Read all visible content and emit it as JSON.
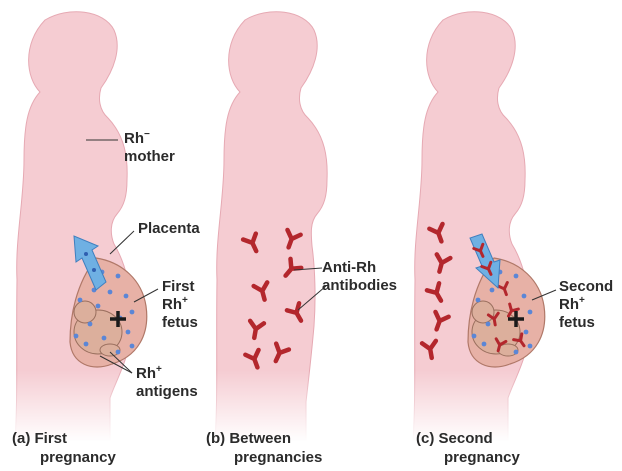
{
  "colors": {
    "skin": "#f5ccd2",
    "skin_edge": "#e6a9b3",
    "fade": "#ffffff",
    "placenta": "#e7b1a6",
    "uterus_edge": "#b07868",
    "fetus": "#dcaf9c",
    "antigen": "#5b86d6",
    "antibody": "#b3272d",
    "arrow": "#6fb0e3",
    "text": "#2b2b2b",
    "leader": "#333333"
  },
  "icons": {
    "antibody": "y-shaped-antibody-icon",
    "antigen": "blue-dot-antigen-icon",
    "cross": "plus-sign-icon",
    "arrow": "blue-arrow-icon"
  },
  "labels": {
    "mother": {
      "base": "Rh",
      "sign": "−",
      "line2": "mother"
    },
    "placenta": "Placenta",
    "first_fetus": {
      "line1": "First",
      "base": "Rh",
      "sign": "+",
      "line3": "fetus"
    },
    "antigens": {
      "base": "Rh",
      "sign": "+",
      "line2": "antigens"
    },
    "antibodies": {
      "line1": "Anti-Rh",
      "line2": "antibodies"
    },
    "second_fetus": {
      "line1": "Second",
      "base": "Rh",
      "sign": "+",
      "line3": "fetus"
    }
  },
  "captions": {
    "a": {
      "line1": "(a) First",
      "line2": "pregnancy"
    },
    "b": {
      "line1": "(b) Between",
      "line2": "pregnancies"
    },
    "c": {
      "line1": "(c) Second",
      "line2": "pregnancy"
    }
  }
}
